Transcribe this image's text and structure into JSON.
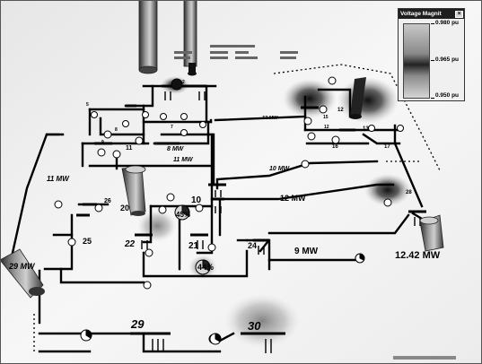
{
  "diagram": {
    "flows": {
      "f1": "11 MW",
      "f2": "8 MW",
      "f3": "11 MW",
      "f4": "10 MW",
      "f5": "12 MW",
      "f6": "9 MW",
      "f7": "12.42 MW",
      "f8": "13 MW",
      "f9": "29 MW"
    },
    "buses": {
      "b2": "2",
      "b5": "5",
      "b7": "7",
      "b8": "8",
      "b9": "9",
      "b10": "10",
      "b11": "11",
      "b12": "12",
      "b12b": "12",
      "b13": "13",
      "b15": "15",
      "b16": "16",
      "b17": "17",
      "b20": "20",
      "b21": "21",
      "b22": "22",
      "b24": "24",
      "b25": "25",
      "b26": "26",
      "b28": "28",
      "b29": "29",
      "b30": "30"
    },
    "loadings": {
      "l1": "45%",
      "l2": "44%"
    }
  },
  "legend": {
    "title": "Voltage Magnit",
    "max": "0.980 pu",
    "mid": "0.965 pu",
    "min": "0.950 pu"
  }
}
